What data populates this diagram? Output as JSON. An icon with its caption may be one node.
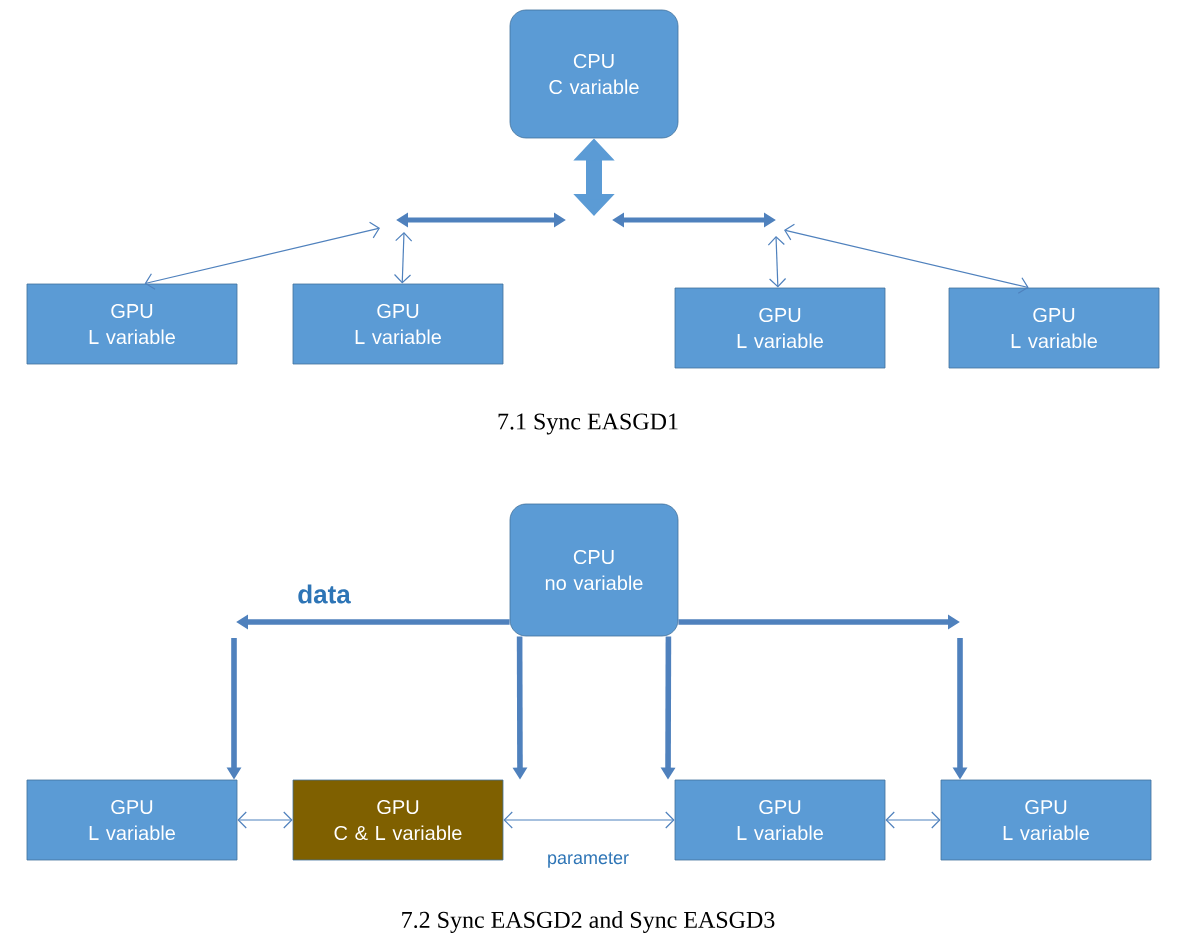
{
  "diagram": {
    "nodes": [
      {
        "text": [
          "CPU",
          "C variable"
        ]
      },
      {
        "text": [
          "GPU",
          "L variable"
        ]
      },
      {
        "text": [
          "GPU",
          "L variable"
        ]
      },
      {
        "text": [
          "GPU",
          "L variable"
        ]
      },
      {
        "text": [
          "GPU",
          "L variable"
        ]
      },
      {
        "text": [
          "CPU",
          "no variable"
        ]
      },
      {
        "text": [
          "GPU",
          "L variable"
        ]
      },
      {
        "text": [
          "GPU",
          "C & L variable"
        ]
      },
      {
        "text": [
          "GPU",
          "L variable"
        ]
      },
      {
        "text": [
          "GPU",
          "L variable"
        ]
      }
    ],
    "edges": [
      {
        "from": 0,
        "to": null,
        "arrow": "both",
        "style": "thick"
      },
      {
        "from": null,
        "to": 1,
        "arrow": "both"
      },
      {
        "from": null,
        "to": 2,
        "arrow": "both"
      },
      {
        "from": null,
        "to": 3,
        "arrow": "both"
      },
      {
        "from": null,
        "to": 4,
        "arrow": "both"
      },
      {
        "from": 5,
        "to": null,
        "arrow": "to",
        "style": "thick",
        "label": "data"
      },
      {
        "from": 5,
        "to": null,
        "arrow": "to",
        "style": "thick"
      },
      {
        "from": null,
        "to": 6,
        "arrow": "to",
        "style": "thick"
      },
      {
        "from": 5,
        "to": 7,
        "arrow": "to",
        "style": "thick"
      },
      {
        "from": 5,
        "to": 8,
        "arrow": "to",
        "style": "thick"
      },
      {
        "from": null,
        "to": 9,
        "arrow": "to",
        "style": "thick"
      },
      {
        "from": 6,
        "to": 7,
        "arrow": "both"
      },
      {
        "from": 7,
        "to": 8,
        "arrow": "both",
        "label": "parameter"
      },
      {
        "from": 8,
        "to": 9,
        "arrow": "both"
      }
    ],
    "labels": [
      "7.1 Sync EASGD1",
      "7.2 Sync EASGD2 and Sync EASGD3"
    ]
  }
}
